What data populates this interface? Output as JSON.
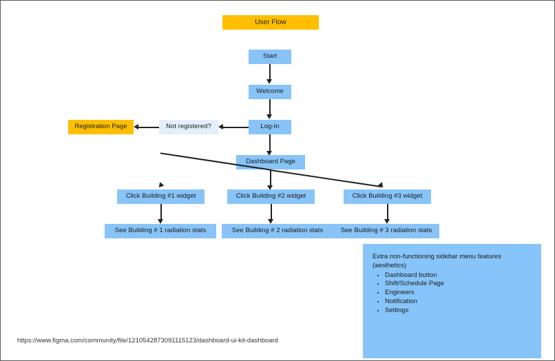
{
  "diagram": {
    "title_node": {
      "label": "User Flow",
      "color": "#FFBF00"
    },
    "nodes": {
      "start": "Start",
      "welcome": "Welcome",
      "login": "Log-In",
      "not_registered": "Not registered?",
      "registration": "Registration Page",
      "dashboard": "Dashboard Page",
      "click_b1": "Click Building #1 widget",
      "click_b2": "Click Building #2 widget",
      "click_b3": "Click Building #3 widget",
      "stats_b1": "See Building # 1 radiation stats",
      "stats_b2": "See Building # 2 radiation stats",
      "stats_b3": "See Building # 3 radiation stats"
    },
    "colors": {
      "orange": "#FFBF00",
      "blue": "#88C4F8",
      "pale_blue": "#E3F0FB",
      "line": "#222222",
      "border": "#595959"
    }
  },
  "features_box": {
    "heading": "Extra non-functioning sidebar menu features (aesthetics)",
    "items": [
      "Dashboard button",
      "Shift/Schedule Page",
      "Engineers",
      "Notification",
      "Settings"
    ],
    "color": "#87C4FA"
  },
  "source_url": "https://www.figma.com/community/file/1210542873091115123/dashboard-ui-kit-dashboard"
}
